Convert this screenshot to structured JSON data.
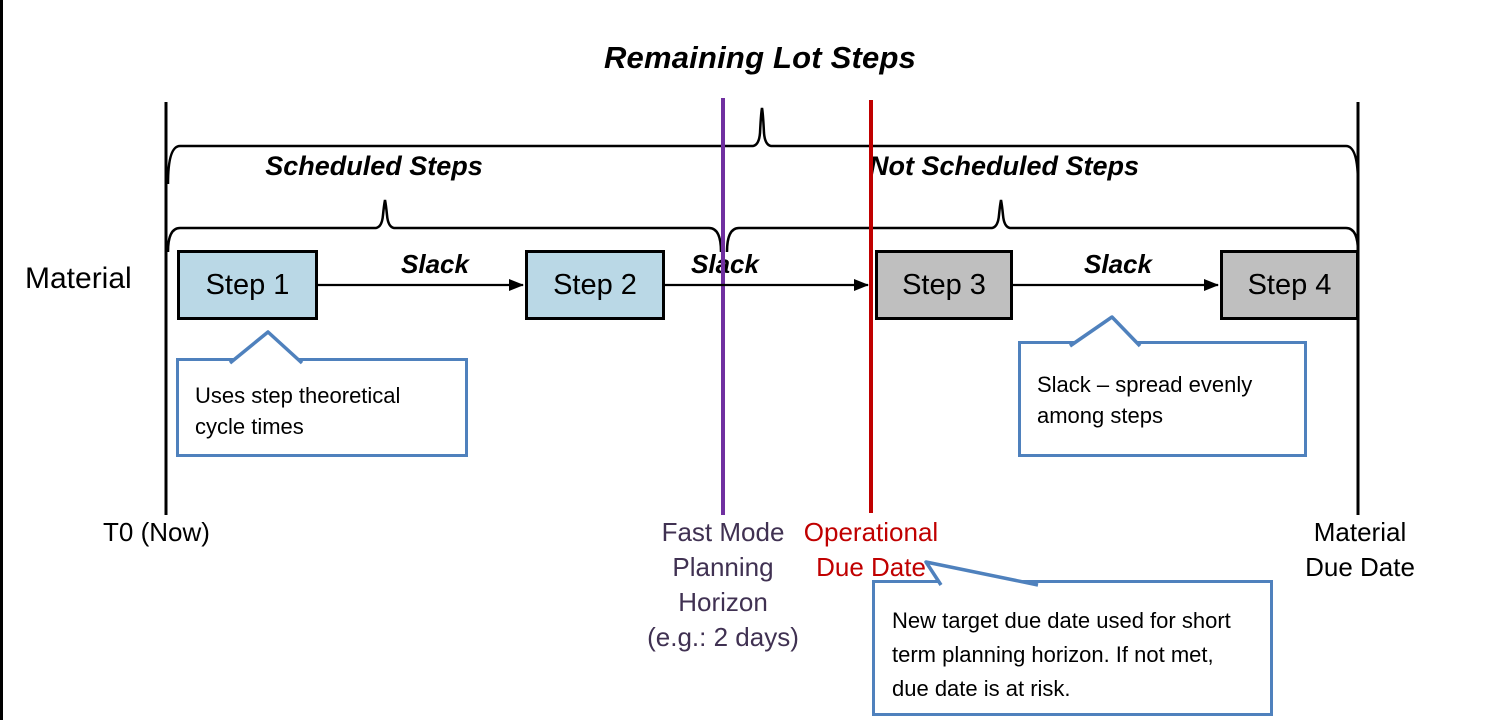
{
  "diagram": {
    "title": "Remaining Lot Steps",
    "material_label": "Material",
    "groups": {
      "scheduled": "Scheduled Steps",
      "not_scheduled": "Not Scheduled Steps"
    },
    "steps": [
      {
        "label": "Step 1",
        "phase": "scheduled"
      },
      {
        "label": "Step 2",
        "phase": "scheduled"
      },
      {
        "label": "Step 3",
        "phase": "not-scheduled"
      },
      {
        "label": "Step 4",
        "phase": "not-scheduled"
      }
    ],
    "slack_labels": [
      "Slack",
      "Slack",
      "Slack"
    ],
    "milestones": {
      "t0": "T0 (Now)",
      "fast_mode_lines": [
        "Fast Mode",
        "Planning",
        "Horizon",
        "(e.g.: 2 days)"
      ],
      "operational_lines": [
        "Operational",
        "Due Date"
      ],
      "material_due_lines": [
        "Material",
        "Due Date"
      ]
    },
    "callouts": [
      {
        "text": "Uses step theoretical cycle times"
      },
      {
        "text": "Slack – spread evenly among steps"
      },
      {
        "text": "New target due date used for short term planning horizon. If not met, due date is at risk."
      }
    ],
    "colors": {
      "scheduled_fill": "#BAD8E6",
      "not_scheduled_fill": "#BFBFBF",
      "callout_border": "#4F81BD",
      "fast_mode_line": "#7030A0",
      "fast_mode_text": "#403152",
      "operational": "#C00000"
    }
  }
}
